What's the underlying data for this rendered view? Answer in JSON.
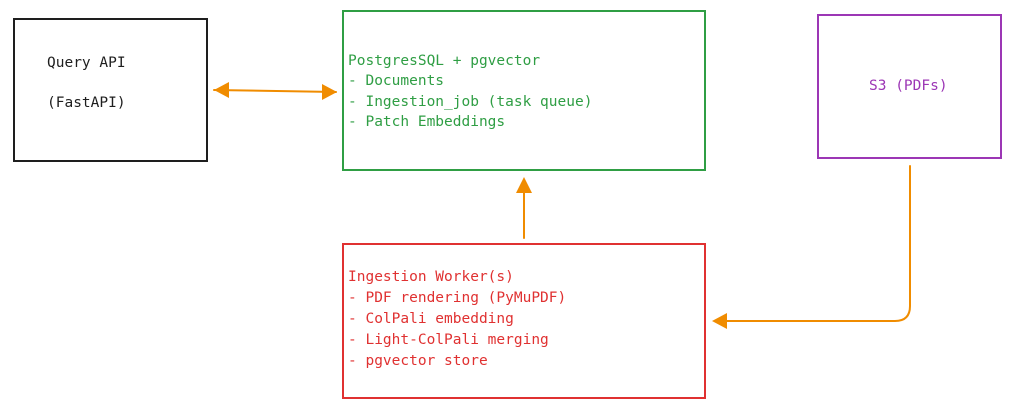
{
  "colors": {
    "query": "#1e1e1e",
    "postgres": "#2f9e44",
    "s3": "#9c36b5",
    "worker": "#e03131",
    "arrow": "#f08c00"
  },
  "nodes": {
    "query_api": {
      "lines": [
        "Query API",
        "(FastAPI)"
      ]
    },
    "postgres": {
      "lines": [
        "PostgresSQL + pgvector",
        "- Documents",
        "- Ingestion_job (task queue)",
        "- Patch Embeddings"
      ]
    },
    "s3": {
      "lines": [
        "S3 (PDFs)"
      ]
    },
    "worker": {
      "lines": [
        "Ingestion Worker(s)",
        "- PDF rendering (PyMuPDF)",
        "- ColPali embedding",
        "- Light-ColPali merging",
        "- pgvector store"
      ]
    }
  },
  "edges": [
    {
      "from": "query_api",
      "to": "postgres",
      "direction": "both"
    },
    {
      "from": "worker",
      "to": "postgres",
      "direction": "forward"
    },
    {
      "from": "s3",
      "to": "worker",
      "direction": "forward"
    }
  ]
}
